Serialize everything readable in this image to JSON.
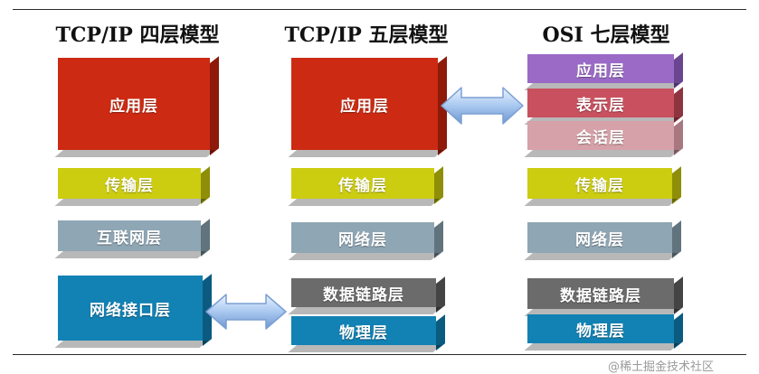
{
  "titles": {
    "tcpip4": "TCP/IP 四层模型",
    "tcpip5": "TCP/IP 五层模型",
    "osi7": "OSI 七层模型"
  },
  "tcpip4_layers": [
    "应用层",
    "传输层",
    "互联网层",
    "网络接口层"
  ],
  "tcpip5_layers": [
    "应用层",
    "传输层",
    "网络层",
    "数据链路层",
    "物理层"
  ],
  "osi7_layers": [
    "应用层",
    "表示层",
    "会话层",
    "传输层",
    "网络层",
    "数据链路层",
    "物理层"
  ],
  "watermark": "@稀土掘金技术社区",
  "colors": {
    "application": "#cc2a12",
    "transport": "#cccc11",
    "network": "#8fa6b4",
    "datalink": "#6b6b6b",
    "physical": "#1281b3",
    "osi_application": "#9a6ac6",
    "osi_presentation": "#c9505e",
    "osi_session": "#d6a1a8",
    "arrow": "#a9c8f0"
  }
}
